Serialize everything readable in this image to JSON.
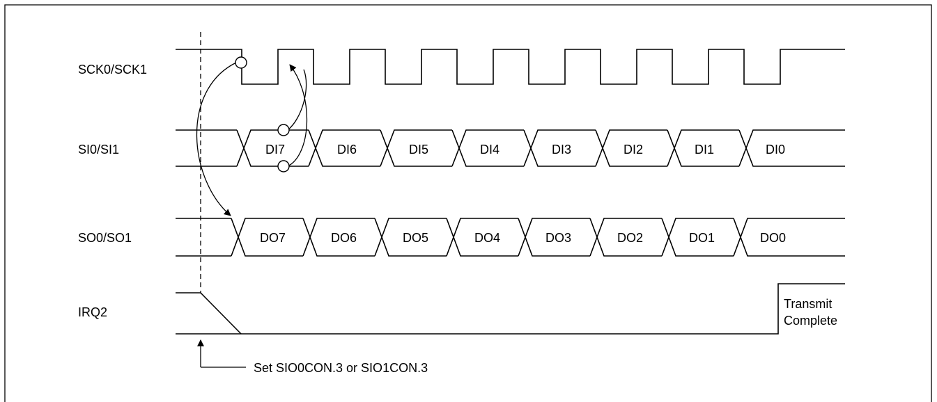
{
  "signals": {
    "sck": "SCK0/SCK1",
    "si": "SI0/SI1",
    "so": "SO0/SO1",
    "irq": "IRQ2"
  },
  "si_bits": [
    "DI7",
    "DI6",
    "DI5",
    "DI4",
    "DI3",
    "DI2",
    "DI1",
    "DI0"
  ],
  "so_bits": [
    "DO7",
    "DO6",
    "DO5",
    "DO4",
    "DO3",
    "DO2",
    "DO1",
    "DO0"
  ],
  "annotations": {
    "transmit_line1": "Transmit",
    "transmit_line2": "Complete",
    "set_note": "Set SIO0CON.3 or SIO1CON.3"
  }
}
